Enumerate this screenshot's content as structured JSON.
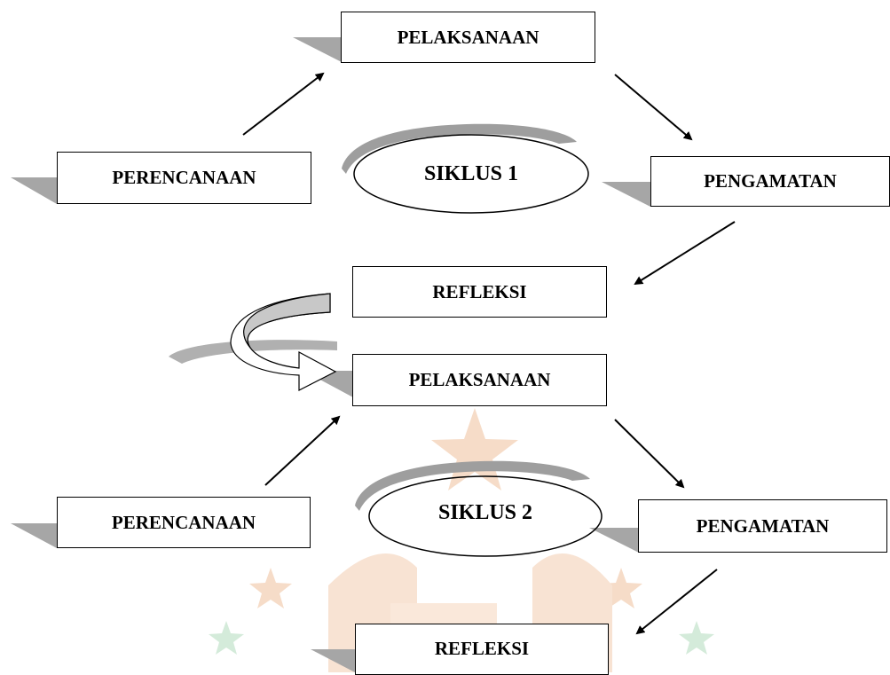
{
  "colors": {
    "line": "#000000",
    "shadow": "#a6a6a6",
    "ellipse_shadow": "#9e9e9e",
    "watermark_orange": "#f3d2b8",
    "watermark_green": "#c8e3cf"
  },
  "cycle1": {
    "planning": "PERENCANAAN",
    "implementation": "PELAKSANAAN",
    "observation": "PENGAMATAN",
    "reflection": "REFLEKSI",
    "cycle_label": "SIKLUS 1"
  },
  "cycle2": {
    "planning": "PERENCANAAN",
    "implementation": "PELAKSANAAN",
    "observation": "PENGAMATAN",
    "reflection": "REFLEKSI",
    "cycle_label": "SIKLUS 2"
  },
  "watermark": {
    "kind": "university-logo",
    "icon": "star-icon"
  }
}
